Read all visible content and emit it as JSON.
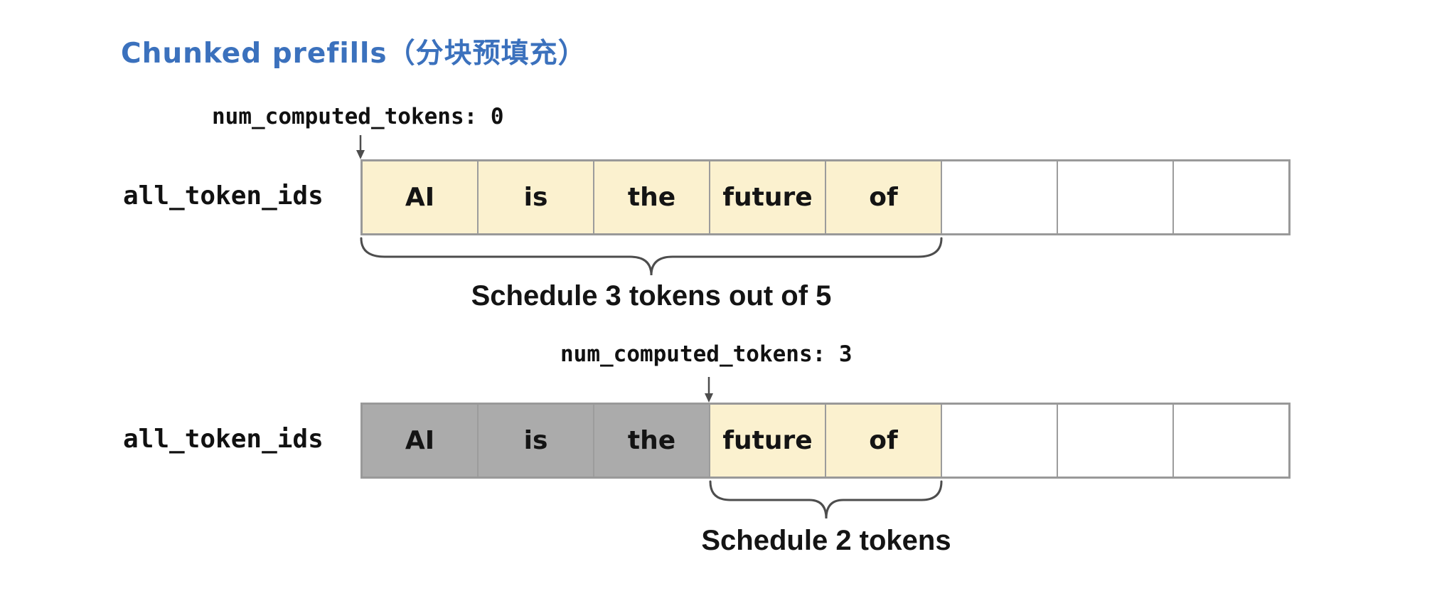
{
  "title": {
    "text": "Chunked prefills（分块预填充）"
  },
  "colors": {
    "title_blue": "#3b71bd",
    "scheduled_fill": "#fbf1cf",
    "computed_fill": "#ababab",
    "empty_fill": "#ffffff",
    "row_border": "#999999",
    "annotation_stroke": "#4d4d4d",
    "text_black": "#141414"
  },
  "diagrams": [
    {
      "pointer_label": "num_computed_tokens: 0",
      "row_label": "all_token_ids",
      "cells": [
        {
          "text": "AI",
          "state": "scheduled"
        },
        {
          "text": "is",
          "state": "scheduled"
        },
        {
          "text": "the",
          "state": "scheduled"
        },
        {
          "text": "future",
          "state": "scheduled"
        },
        {
          "text": "of",
          "state": "scheduled"
        },
        {
          "text": "",
          "state": "empty"
        },
        {
          "text": "",
          "state": "empty"
        },
        {
          "text": "",
          "state": "empty"
        }
      ],
      "brace_label": "Schedule 3 tokens out of 5"
    },
    {
      "pointer_label": "num_computed_tokens: 3",
      "row_label": "all_token_ids",
      "cells": [
        {
          "text": "AI",
          "state": "computed"
        },
        {
          "text": "is",
          "state": "computed"
        },
        {
          "text": "the",
          "state": "computed"
        },
        {
          "text": "future",
          "state": "scheduled"
        },
        {
          "text": "of",
          "state": "scheduled"
        },
        {
          "text": "",
          "state": "empty"
        },
        {
          "text": "",
          "state": "empty"
        },
        {
          "text": "",
          "state": "empty"
        }
      ],
      "brace_label": "Schedule 2 tokens"
    }
  ]
}
